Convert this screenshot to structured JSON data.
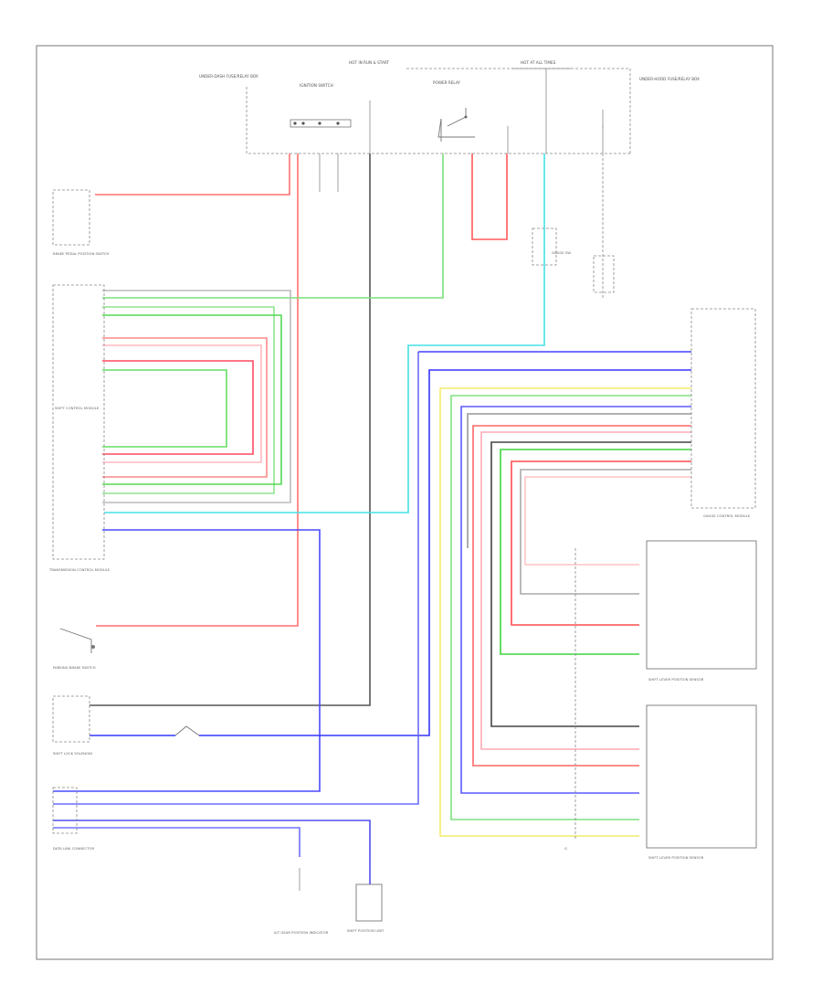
{
  "figure_id": "",
  "labels": {
    "hot_run_start": "HOT IN RUN & START",
    "hot_at_all_times_top": "HOT AT ALL TIMES",
    "ignition_switch": "IGNITION SWITCH",
    "under_hood_fuse_box": "UNDER-HOOD FUSE/RELAY BOX",
    "under_dash_fuse_box": "UNDER-DASH FUSE/RELAY BOX",
    "power_relay": "POWER RELAY",
    "gauge_sw": "GAUGE SW",
    "brake_pedal_switch": "BRAKE PEDAL POSITION SWITCH",
    "shift_control_module": "SHIFT CONTROL MODULE",
    "transmission_control_module": "TRANSMISSION CONTROL MODULE",
    "parking_brake_switch": "PARKING BRAKE SWITCH",
    "shift_lock_solenoid": "SHIFT LOCK SOLENOID",
    "gauge_control_module": "GAUGE CONTROL MODULE",
    "shift_lever_position_sensor_a": "SHIFT LEVER POSITION SENSOR",
    "shift_lever_position_sensor_b": "SHIFT LEVER POSITION SENSOR",
    "data_link_connector": "DATA LINK CONNECTOR",
    "shift_position_unit": "SHIFT POSITION UNIT",
    "a_t_gear_position_indicator": "A/T GEAR POSITION INDICATOR",
    "ground_g": "G"
  }
}
